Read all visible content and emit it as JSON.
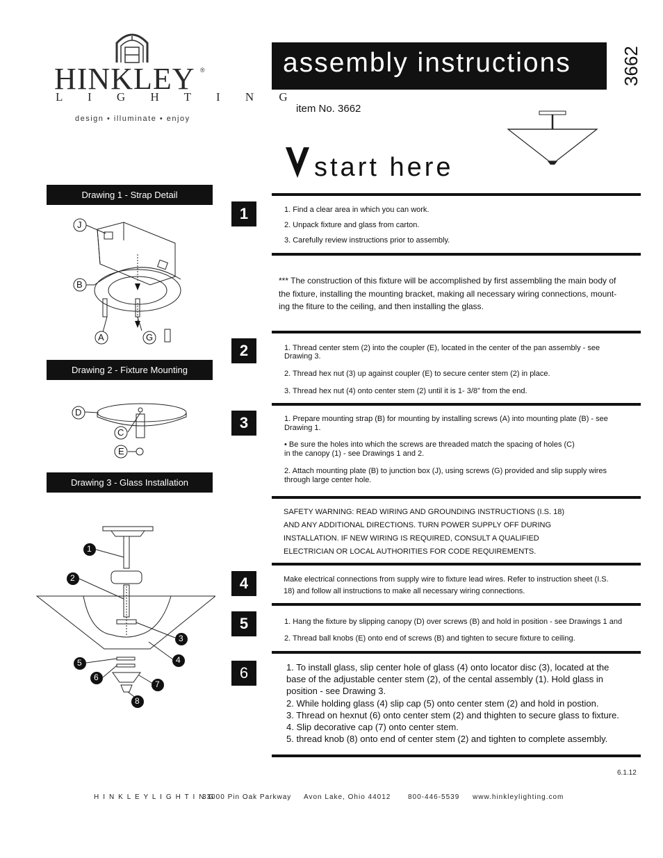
{
  "brand": {
    "name": "HINKLEY",
    "sub": "L I G H T I N G",
    "tagline": "design • illuminate • enjoy",
    "registered": "®"
  },
  "header": {
    "title": "assembly instructions",
    "item_number_vertical": "3662",
    "item_label": "item No. 3662",
    "start_here": "start here"
  },
  "drawings": {
    "d1_title": "Drawing 1 - Strap Detail",
    "d2_title": "Drawing 2 - Fixture Mounting",
    "d3_title": "Drawing 3 - Glass Installation",
    "d1_labels": [
      "J",
      "B",
      "A",
      "G"
    ],
    "d2_labels": [
      "D",
      "C",
      "E"
    ],
    "d3_labels": [
      "1",
      "2",
      "3",
      "4",
      "5",
      "6",
      "7",
      "8"
    ]
  },
  "steps": {
    "s1": {
      "number": "1",
      "lines": [
        "1. Find a clear area in which you can work.",
        "2. Unpack fixture and glass from carton.",
        "3. Carefully review instructions prior to assembly."
      ]
    },
    "note": [
      "*** The construction of this fixture will be accomplished by first assembling the main body of",
      "the fixture, installing the mounting bracket, making all necessary wiring connections, mount-",
      "ing the fiture to the ceiling, and then installing the glass."
    ],
    "s2": {
      "number": "2",
      "lines": [
        "1. Thread center stem (2) into the coupler (E), located in the center of the pan assembly - see",
        "Drawing 3.",
        "2. Thread hex nut (3) up against coupler (E) to secure center stem (2) in place.",
        "3. Thread hex nut (4) onto center stem (2) until it is 1- 3/8” from the end."
      ]
    },
    "s3": {
      "number": "3",
      "lines": [
        "1. Prepare mounting strap (B) for mounting by installing screws (A) into mounting plate (B) - see",
        "Drawing 1.",
        "• Be sure the holes into which the screws are threaded match the spacing of holes (C)",
        "in the canopy (1) - see Drawings 1 and 2.",
        "2. Attach mounting plate (B) to junction box (J), using screws (G) provided and slip supply wires",
        "through large center hole."
      ]
    },
    "warning": [
      "SAFETY WARNING: READ WIRING AND GROUNDING INSTRUCTIONS (I.S. 18)",
      "AND ANY ADDITIONAL DIRECTIONS. TURN POWER SUPPLY OFF DURING",
      "INSTALLATION. IF NEW WIRING IS REQUIRED, CONSULT A QUALIFIED",
      "ELECTRICIAN OR LOCAL AUTHORITIES FOR CODE REQUIREMENTS."
    ],
    "s4": {
      "number": "4",
      "lines": [
        "Make electrical connections from supply wire to fixture lead wires. Refer to instruction sheet (I.S.",
        "18) and follow all instructions to make all necessary wiring connections."
      ]
    },
    "s5": {
      "number": "5",
      "lines": [
        "1. Hang the fixture by slipping canopy (D) over screws (B) and hold in position - see Drawings 1 and",
        "2. Thread ball knobs (E) onto end of screws (B) and tighten to secure fixture to ceiling."
      ]
    },
    "s6": {
      "number": "6",
      "lines": [
        "1. To install glass, slip center hole of glass (4) onto locator disc (3), located at the",
        "base of the adjustable center stem (2), of the cental assembly (1).  Hold glass in",
        "position - see Drawing 3.",
        "2. While holding glass (4) slip cap (5) onto center stem (2) and hold in postion.",
        "3. Thread on hexnut (6) onto center stem (2) and thighten to secure glass to fixture.",
        "4. Slip decorative cap (7) onto center stem.",
        "5. thread knob (8) onto end of center stem (2) and tighten to complete assembly."
      ]
    }
  },
  "footer": {
    "date": "6.1.12",
    "company": "H I N K L E Y   L I G H T I N G",
    "address": "33000 Pin Oak Parkway",
    "city": "Avon Lake, Ohio   44012",
    "phone": "800-446-5539",
    "website": "www.hinkleylighting.com"
  }
}
